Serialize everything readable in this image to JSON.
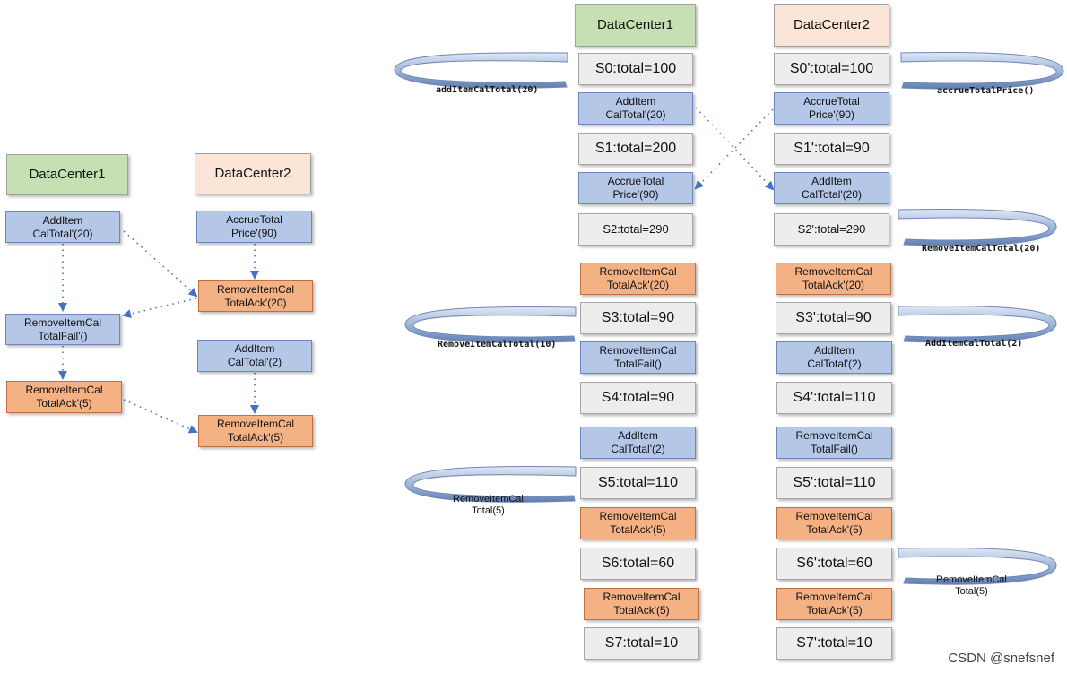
{
  "left": {
    "dc1_header": "DataCenter1",
    "dc2_header": "DataCenter2",
    "dc1": [
      "AddItem\nCalTotal'(20)",
      "RemoveItemCal\nTotalFail'()",
      "RemoveItemCal\nTotalAck'(5)"
    ],
    "dc2": [
      "AccrueTotal\nPrice'(90)",
      "RemoveItemCal\nTotalAck'(20)",
      "AddItem\nCalTotal'(2)",
      "RemoveItemCal\nTotalAck'(5)"
    ]
  },
  "right": {
    "dc1_header": "DataCenter1",
    "dc2_header": "DataCenter2",
    "dc1": [
      "S0:total=100",
      "AddItem\nCalTotal'(20)",
      "S1:total=200",
      "AccrueTotal\nPrice'(90)",
      "S2:total=290",
      "RemoveItemCal\nTotalAck'(20)",
      "S3:total=90",
      "RemoveItemCal\nTotalFail()",
      "S4:total=90",
      "AddItem\nCalTotal'(2)",
      "S5:total=110",
      "RemoveItemCal\nTotalAck'(5)",
      "S6:total=60",
      "RemoveItemCal\nTotalAck'(5)",
      "S7:total=10"
    ],
    "dc2": [
      "S0':total=100",
      "AccrueTotal\nPrice'(90)",
      "S1':total=90",
      "AddItem\nCalTotal'(20)",
      "S2':total=290",
      "RemoveItemCal\nTotalAck'(20)",
      "S3':total=90",
      "AddItem\nCalTotal'(2)",
      "S4':total=110",
      "RemoveItemCal\nTotalFail()",
      "S5':total=110",
      "RemoveItemCal\nTotalAck'(5)",
      "S6':total=60",
      "RemoveItemCal\nTotalAck'(5)",
      "S7':total=10"
    ],
    "labels": {
      "add_item_cal_total_20": "addItemCalTotal(20)",
      "accrue_total_price": "accrueTotalPrice()",
      "remove_item_cal_total_20": "RemoveItemCalTotal(20)",
      "remove_item_cal_total_10": "RemoveItemCalTotal(10)",
      "add_item_cal_total_2": "AddItemCalTotal(2)",
      "remove_item_cal_total_5_left": "RemoveItemCal\nTotal(5)",
      "remove_item_cal_total_5_right": "RemoveItemCal\nTotal(5)"
    }
  },
  "watermark": "CSDN @snefsnef",
  "colors": {
    "header_green": "#c6e0b4",
    "header_peach": "#fbe5d6",
    "op_blue": "#b4c7e7",
    "ack_orange": "#f4b183",
    "state_gray": "#ededed",
    "arrow_blue": "#4472c4"
  }
}
